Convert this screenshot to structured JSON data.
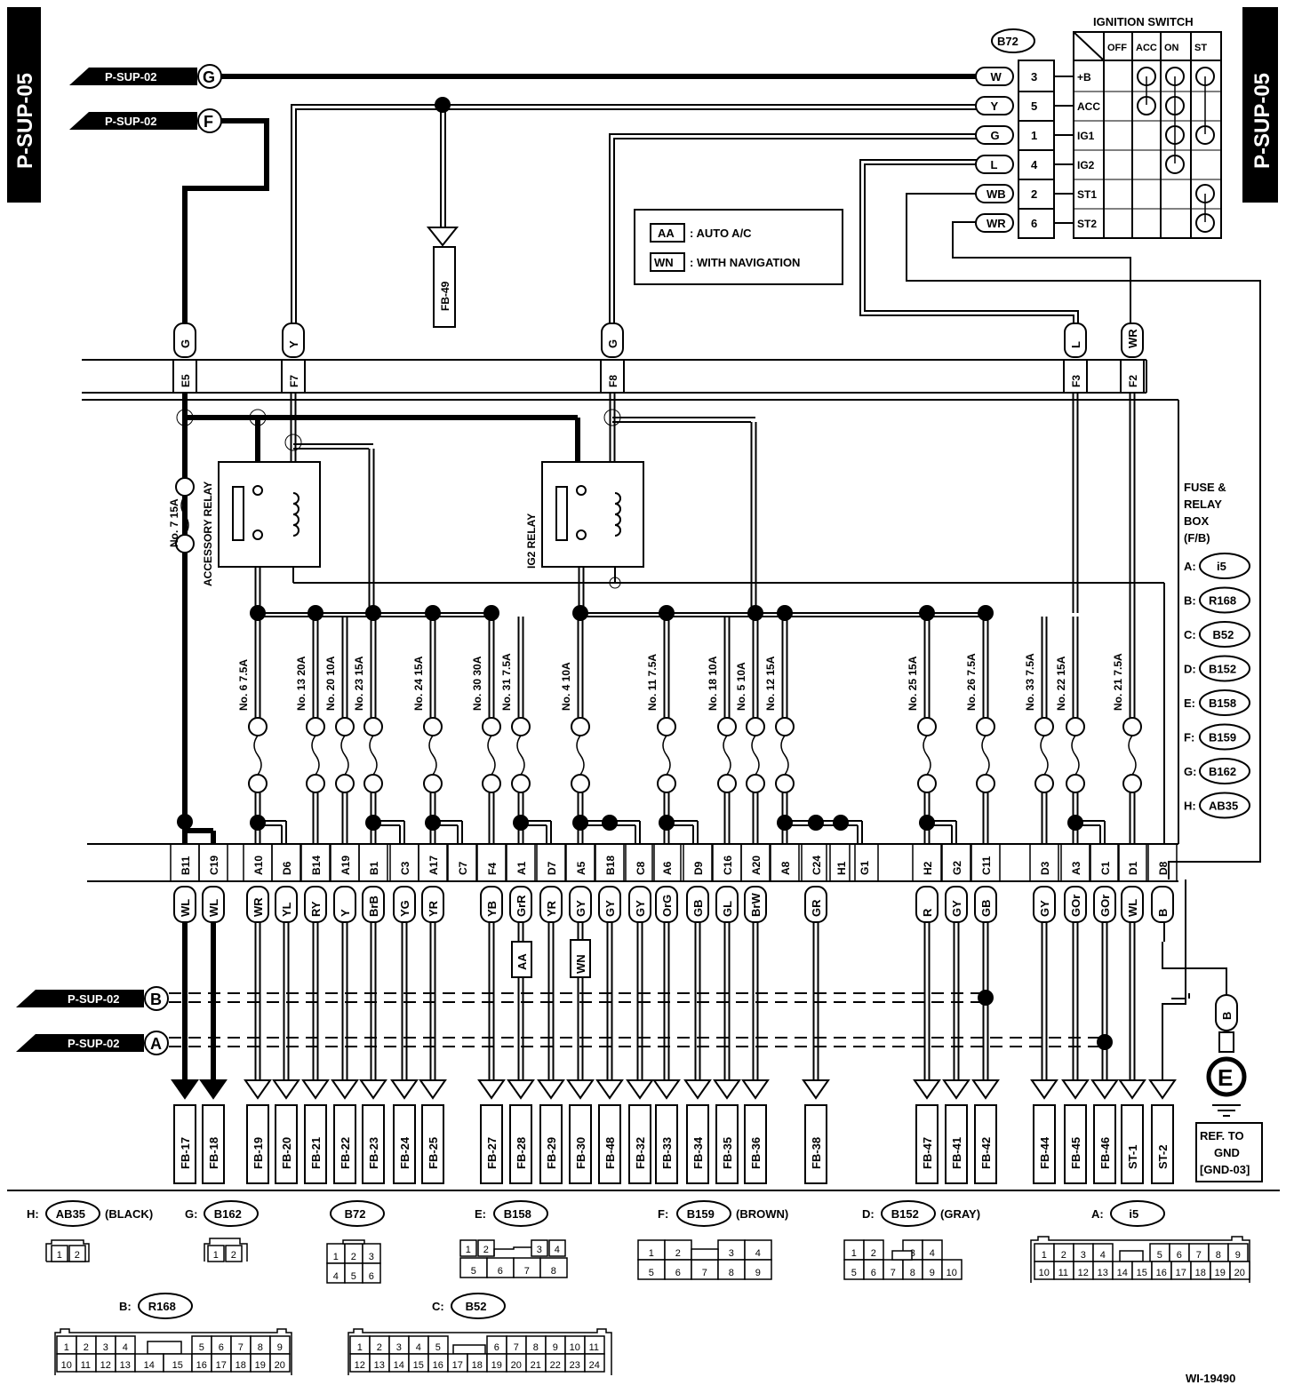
{
  "page_tag_left": "P-SUP-05",
  "page_tag_right": "P-SUP-05",
  "inputs": [
    {
      "ref": "P-SUP-02",
      "letter": "G"
    },
    {
      "ref": "P-SUP-02",
      "letter": "F"
    },
    {
      "ref": "P-SUP-02",
      "letter": "B"
    },
    {
      "ref": "P-SUP-02",
      "letter": "A"
    }
  ],
  "ignition_switch": {
    "title": "IGNITION SWITCH",
    "connector": "B72",
    "columns": [
      "OFF",
      "ACC",
      "ON",
      "ST"
    ],
    "rows": [
      {
        "wire": "W",
        "pin": "3",
        "name": "+B"
      },
      {
        "wire": "Y",
        "pin": "5",
        "name": "ACC"
      },
      {
        "wire": "G",
        "pin": "1",
        "name": "IG1"
      },
      {
        "wire": "L",
        "pin": "4",
        "name": "IG2"
      },
      {
        "wire": "WB",
        "pin": "2",
        "name": "ST1"
      },
      {
        "wire": "WR",
        "pin": "6",
        "name": "ST2"
      }
    ]
  },
  "legend": [
    {
      "code": "AA",
      "text": ": AUTO A/C"
    },
    {
      "code": "WN",
      "text": ": WITH NAVIGATION"
    }
  ],
  "fb49": "FB-49",
  "top_terminals": [
    {
      "wire": "G",
      "pin": "E5"
    },
    {
      "wire": "Y",
      "pin": "F7"
    },
    {
      "wire": "G",
      "pin": "F8"
    },
    {
      "wire": "L",
      "pin": "F3"
    },
    {
      "wire": "WR",
      "pin": "F2"
    }
  ],
  "relays": {
    "accessory": "ACCESSORY RELAY",
    "ig2": "IG2 RELAY"
  },
  "fuses": [
    "No. 7 15A",
    "No. 6 7.5A",
    "No. 13 20A",
    "No. 20 10A",
    "No. 23 15A",
    "No. 24 15A",
    "No. 30 30A",
    "No. 31 7.5A",
    "No. 4 10A",
    "No. 11 7.5A",
    "No. 18 10A",
    "No. 5 10A",
    "No. 12 15A",
    "No. 25 15A",
    "No. 26 7.5A",
    "No. 33 7.5A",
    "No. 22 15A",
    "No. 21 7.5A"
  ],
  "fuse_box": {
    "title": [
      "FUSE &",
      "RELAY",
      "BOX",
      "(F/B)"
    ],
    "items": [
      {
        "key": "A:",
        "conn": "i5"
      },
      {
        "key": "B:",
        "conn": "R168"
      },
      {
        "key": "C:",
        "conn": "B52"
      },
      {
        "key": "D:",
        "conn": "B152"
      },
      {
        "key": "E:",
        "conn": "B158"
      },
      {
        "key": "F:",
        "conn": "B159"
      },
      {
        "key": "G:",
        "conn": "B162"
      },
      {
        "key": "H:",
        "conn": "AB35"
      }
    ]
  },
  "bottom_pins": [
    "B11",
    "C19",
    "A10",
    "D6",
    "B14",
    "A19",
    "B1",
    "C3",
    "A17",
    "C7",
    "F4",
    "A1",
    "D7",
    "A5",
    "B18",
    "C8",
    "A6",
    "D9",
    "C16",
    "A20",
    "A8",
    "C24",
    "H1",
    "G1",
    "H2",
    "G2",
    "C11",
    "D3",
    "A3",
    "C1",
    "D1",
    "D8"
  ],
  "outputs": [
    {
      "wire": "WL",
      "dest": "FB-17"
    },
    {
      "wire": "WL",
      "dest": "FB-18"
    },
    {
      "wire": "WR",
      "dest": "FB-19"
    },
    {
      "wire": "YL",
      "dest": "FB-20"
    },
    {
      "wire": "RY",
      "dest": "FB-21"
    },
    {
      "wire": "Y",
      "dest": "FB-22"
    },
    {
      "wire": "BrB",
      "dest": "FB-23"
    },
    {
      "wire": "YG",
      "dest": "FB-24"
    },
    {
      "wire": "YR",
      "dest": "FB-25"
    },
    {
      "wire": "YB",
      "dest": "FB-27"
    },
    {
      "wire": "GrR",
      "dest": "FB-28"
    },
    {
      "wire": "YR",
      "dest": "FB-29"
    },
    {
      "wire": "GY",
      "dest": "FB-30"
    },
    {
      "wire": "GY",
      "dest": "FB-48"
    },
    {
      "wire": "GY",
      "dest": "FB-32"
    },
    {
      "wire": "OrG",
      "dest": "FB-33"
    },
    {
      "wire": "GB",
      "dest": "FB-34"
    },
    {
      "wire": "GL",
      "dest": "FB-35"
    },
    {
      "wire": "BrW",
      "dest": "FB-36"
    },
    {
      "wire": "GR",
      "dest": "FB-38"
    },
    {
      "wire": "R",
      "dest": "FB-47"
    },
    {
      "wire": "GY",
      "dest": "FB-41"
    },
    {
      "wire": "GB",
      "dest": "FB-42"
    },
    {
      "wire": "GY",
      "dest": "FB-44"
    },
    {
      "wire": "GOr",
      "dest": "FB-45"
    },
    {
      "wire": "GOr",
      "dest": "FB-46"
    },
    {
      "wire": "WL",
      "dest": "ST-1"
    },
    {
      "wire": "B",
      "dest": "ST-2"
    }
  ],
  "option_tags": [
    "AA",
    "WN"
  ],
  "ground": {
    "wire": "B",
    "letter": "E",
    "ref": [
      "REF. TO",
      "GND",
      "[GND-03]"
    ]
  },
  "connectors": [
    {
      "label": "H:",
      "name": "AB35",
      "extra": "(BLACK)"
    },
    {
      "label": "G:",
      "name": "B162",
      "extra": ""
    },
    {
      "label": "",
      "name": "B72",
      "extra": ""
    },
    {
      "label": "E:",
      "name": "B158",
      "extra": ""
    },
    {
      "label": "F:",
      "name": "B159",
      "extra": "(BROWN)"
    },
    {
      "label": "D:",
      "name": "B152",
      "extra": "(GRAY)"
    },
    {
      "label": "A:",
      "name": "i5",
      "extra": ""
    },
    {
      "label": "B:",
      "name": "R168",
      "extra": ""
    },
    {
      "label": "C:",
      "name": "B52",
      "extra": ""
    }
  ],
  "diagram_id": "WI-19490"
}
